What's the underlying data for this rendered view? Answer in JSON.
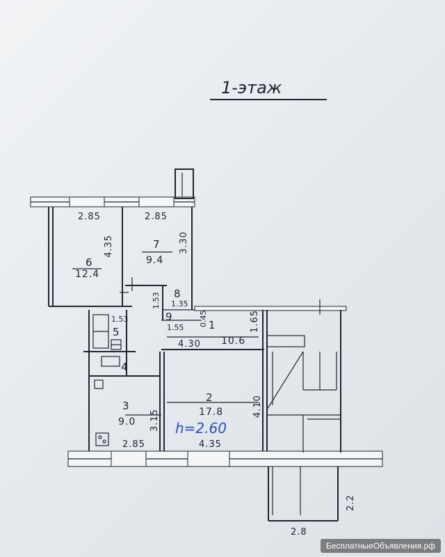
{
  "plan": {
    "title": "1-этаж",
    "ceiling_height": "h=2.60",
    "rooms": [
      {
        "number": "6",
        "area": "12.4"
      },
      {
        "number": "7",
        "area": "9.4"
      },
      {
        "number": "8",
        "area": ""
      },
      {
        "number": "9",
        "area": ""
      },
      {
        "number": "1",
        "area": "10.6"
      },
      {
        "number": "2",
        "area": "17.8"
      },
      {
        "number": "3",
        "area": "9.0"
      },
      {
        "number": "4",
        "area": ""
      },
      {
        "number": "5",
        "area": ""
      }
    ],
    "dimensions": {
      "room6_width": "2.85",
      "room6_depth": "4.35",
      "room7_width": "2.85",
      "room7_depth": "3.30",
      "room8_width": "1.35",
      "room8_depth": "1.53",
      "bath_width": "1.53",
      "room9_width": "1.55",
      "room9_depth": "0.45",
      "hall_width": "4.30",
      "hall_depth": "1.65",
      "room2_width": "4.35",
      "room2_depth": "4.10",
      "room3_width": "2.85",
      "room3_depth": "3.15",
      "balcony_depth": "2.2",
      "balcony_width": "2.8"
    }
  },
  "watermark": "БесплатныеОбъявления.рф"
}
